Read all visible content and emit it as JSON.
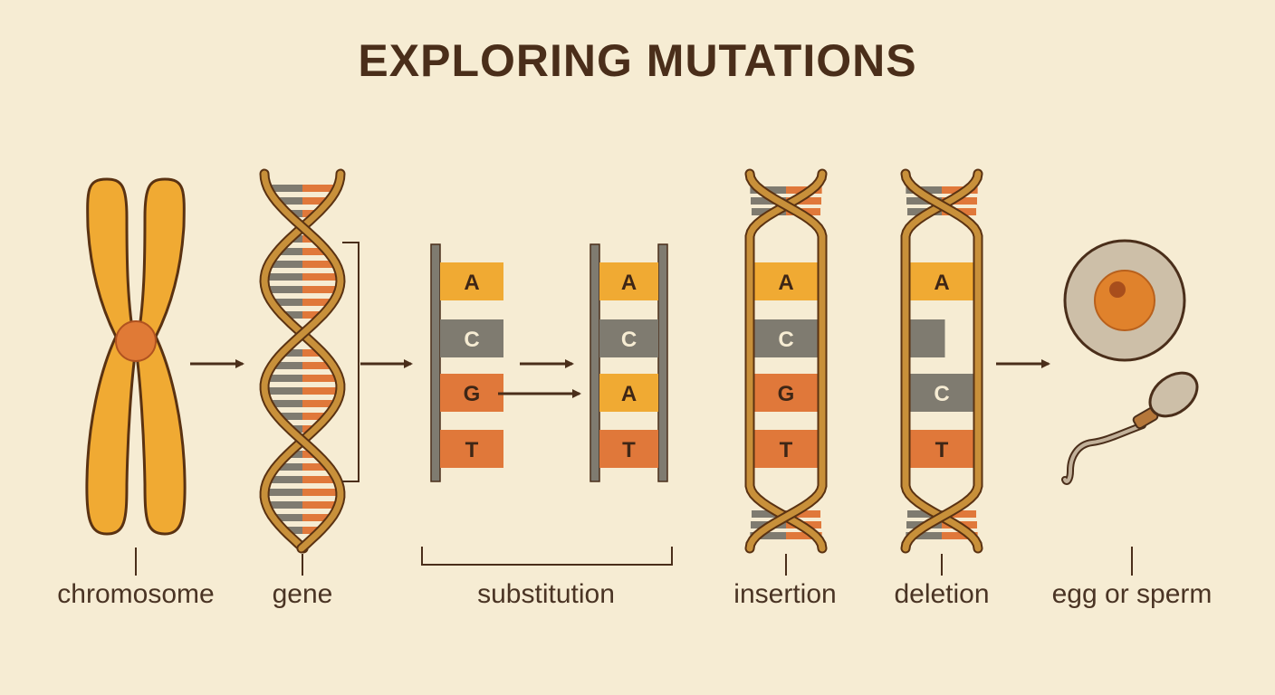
{
  "title": "EXPLORING MUTATIONS",
  "labels": {
    "chromosome": "chromosome",
    "gene": "gene",
    "substitution": "substitution",
    "insertion": "insertion",
    "deletion": "deletion",
    "gametes": "egg or sperm"
  },
  "sequences": {
    "substitution_before": [
      "A",
      "C",
      "G",
      "T"
    ],
    "substitution_after": [
      "A",
      "C",
      "A",
      "T"
    ],
    "insertion": [
      "A",
      "C",
      "G",
      "T"
    ],
    "deletion": [
      "A",
      "",
      "C",
      "T"
    ]
  },
  "colors": {
    "background": "#f6ecd3",
    "gold": "#f0aa33",
    "orange": "#e0783a",
    "gray": "#7f7b70",
    "dark_brown": "#4a2e1a",
    "strand": "#c8903a"
  }
}
